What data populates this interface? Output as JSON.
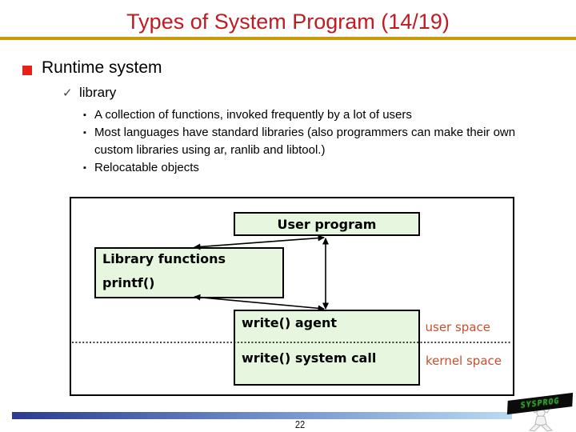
{
  "title": "Types of System Program (14/19)",
  "glyphs": {
    "check": "✓",
    "square_bullet": "▪"
  },
  "bullets": {
    "level1": "Runtime system",
    "level2": "library",
    "items": [
      "A collection of functions, invoked frequently by a lot of users",
      "Most languages have standard libraries (also programmers can make their own custom libraries using ar, ranlib and libtool.)",
      "Relocatable objects"
    ]
  },
  "diagram": {
    "boxes": {
      "user_program": "User program",
      "library_functions": "Library functions",
      "printf": "printf()",
      "write_agent": "write() agent",
      "write_system_call": "write() system call"
    },
    "labels": {
      "user_space": "user space",
      "kernel_space": "kernel space"
    }
  },
  "footer": {
    "page_number": "22",
    "logo_text": "SYSPROG"
  },
  "colors": {
    "title": "#C11B22",
    "gold_rule": "#C39B0B",
    "bullet_square": "#E42217",
    "box_fill": "#E7F6DF",
    "space_label": "#C4512D",
    "bar_start": "#2B3A90",
    "bar_end": "#B9D9F4",
    "logo_text_green": "#37A037"
  }
}
